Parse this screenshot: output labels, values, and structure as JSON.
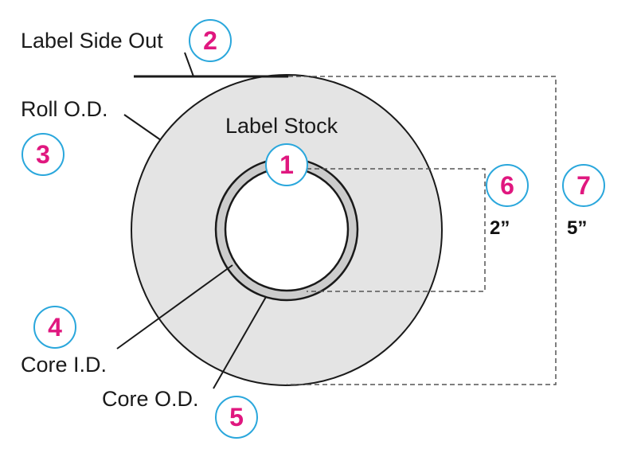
{
  "labels": {
    "label_side_out": "Label Side Out",
    "roll_od": "Roll O.D.",
    "label_stock": "Label Stock",
    "core_id": "Core I.D.",
    "core_od": "Core O.D."
  },
  "dimensions": {
    "core_od_size": "2”",
    "roll_od_size": "5”"
  },
  "badges": {
    "core": "1",
    "label_side_out": "2",
    "roll_od": "3",
    "core_id": "4",
    "core_od": "5",
    "core_dimension": "6",
    "roll_dimension": "7"
  },
  "colors": {
    "badge_ring": "#2aa7dc",
    "badge_number": "#e0177f",
    "roll_fill": "#e4e4e4",
    "core_band_fill": "#cccccc",
    "stroke": "#1a1a1a",
    "dashed": "#555555"
  }
}
